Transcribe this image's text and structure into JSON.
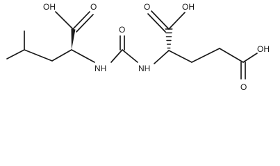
{
  "labels": {
    "oh_left_acid": "OH",
    "o_left_acid": "O",
    "nh_left": "NH",
    "o_urea": "O",
    "nh_right": "NH",
    "oh_mid_acid": "OH",
    "o_mid_acid": "O",
    "oh_right_acid": "OH",
    "o_right_acid": "O"
  },
  "colors": {
    "ink": "#1a1a1a",
    "background": "#ffffff"
  }
}
